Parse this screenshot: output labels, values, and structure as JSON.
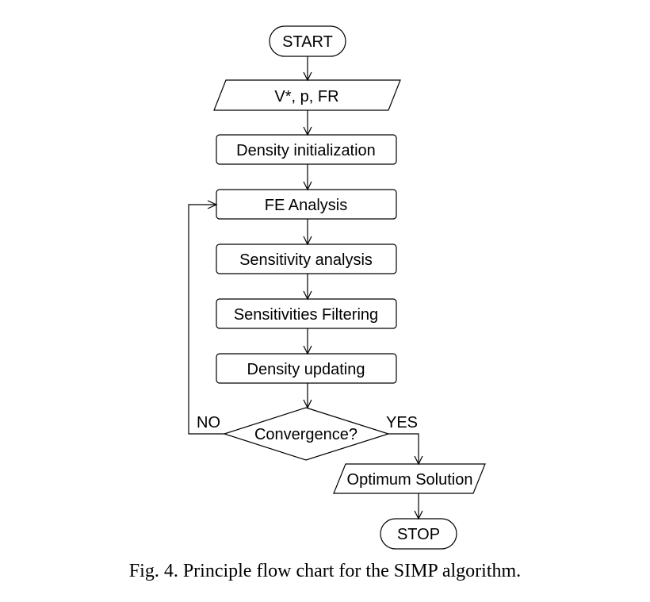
{
  "nodes": {
    "start": "START",
    "input": "V*, p, FR",
    "density_init": "Density initialization",
    "fe_analysis": "FE Analysis",
    "sensitivity": "Sensitivity analysis",
    "filtering": "Sensitivities Filtering",
    "density_update": "Density updating",
    "convergence": "Convergence?",
    "optimum": "Optimum Solution",
    "stop": "STOP"
  },
  "edge_labels": {
    "no": "NO",
    "yes": "YES"
  },
  "caption": "Fig. 4. Principle flow chart for the SIMP algorithm."
}
